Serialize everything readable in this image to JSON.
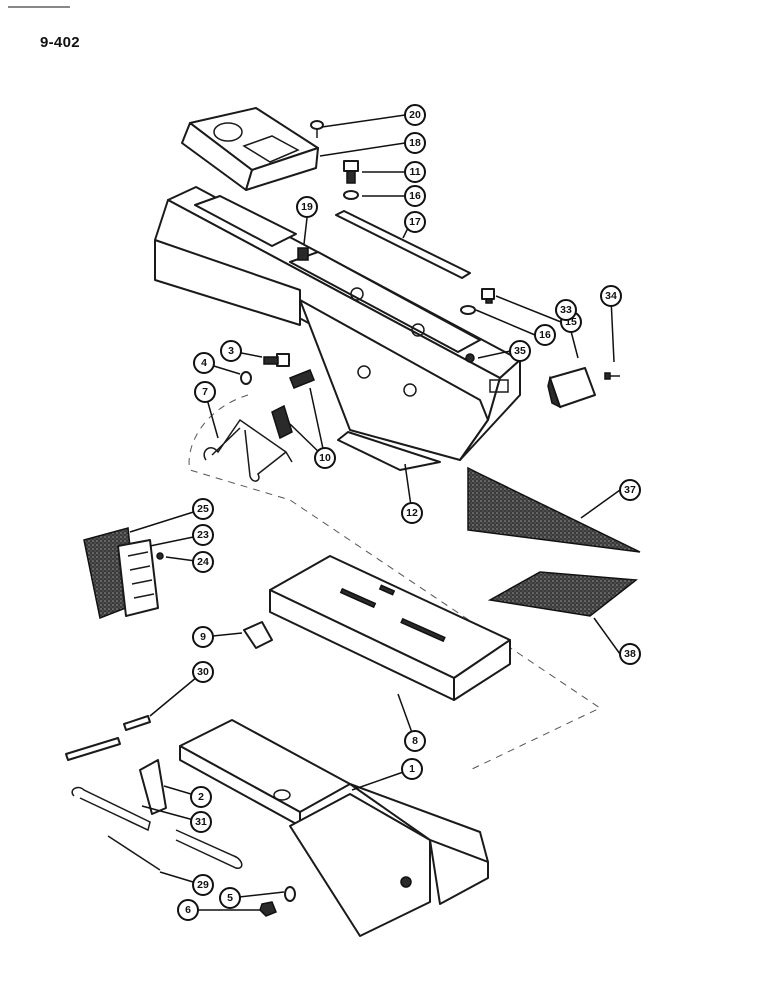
{
  "page": {
    "label": "9-402"
  },
  "callouts": [
    {
      "id": "20",
      "label": "20"
    },
    {
      "id": "18",
      "label": "18"
    },
    {
      "id": "11",
      "label": "11"
    },
    {
      "id": "16a",
      "label": "16"
    },
    {
      "id": "17",
      "label": "17"
    },
    {
      "id": "19",
      "label": "19"
    },
    {
      "id": "15",
      "label": "15"
    },
    {
      "id": "16b",
      "label": "16"
    },
    {
      "id": "33",
      "label": "33"
    },
    {
      "id": "34",
      "label": "34"
    },
    {
      "id": "35",
      "label": "35"
    },
    {
      "id": "3",
      "label": "3"
    },
    {
      "id": "4",
      "label": "4"
    },
    {
      "id": "7",
      "label": "7"
    },
    {
      "id": "10",
      "label": "10"
    },
    {
      "id": "12",
      "label": "12"
    },
    {
      "id": "37",
      "label": "37"
    },
    {
      "id": "25",
      "label": "25"
    },
    {
      "id": "23",
      "label": "23"
    },
    {
      "id": "24",
      "label": "24"
    },
    {
      "id": "9",
      "label": "9"
    },
    {
      "id": "38",
      "label": "38"
    },
    {
      "id": "30",
      "label": "30"
    },
    {
      "id": "8",
      "label": "8"
    },
    {
      "id": "1",
      "label": "1"
    },
    {
      "id": "2",
      "label": "2"
    },
    {
      "id": "31",
      "label": "31"
    },
    {
      "id": "29",
      "label": "29"
    },
    {
      "id": "5",
      "label": "5"
    },
    {
      "id": "6",
      "label": "6"
    }
  ]
}
